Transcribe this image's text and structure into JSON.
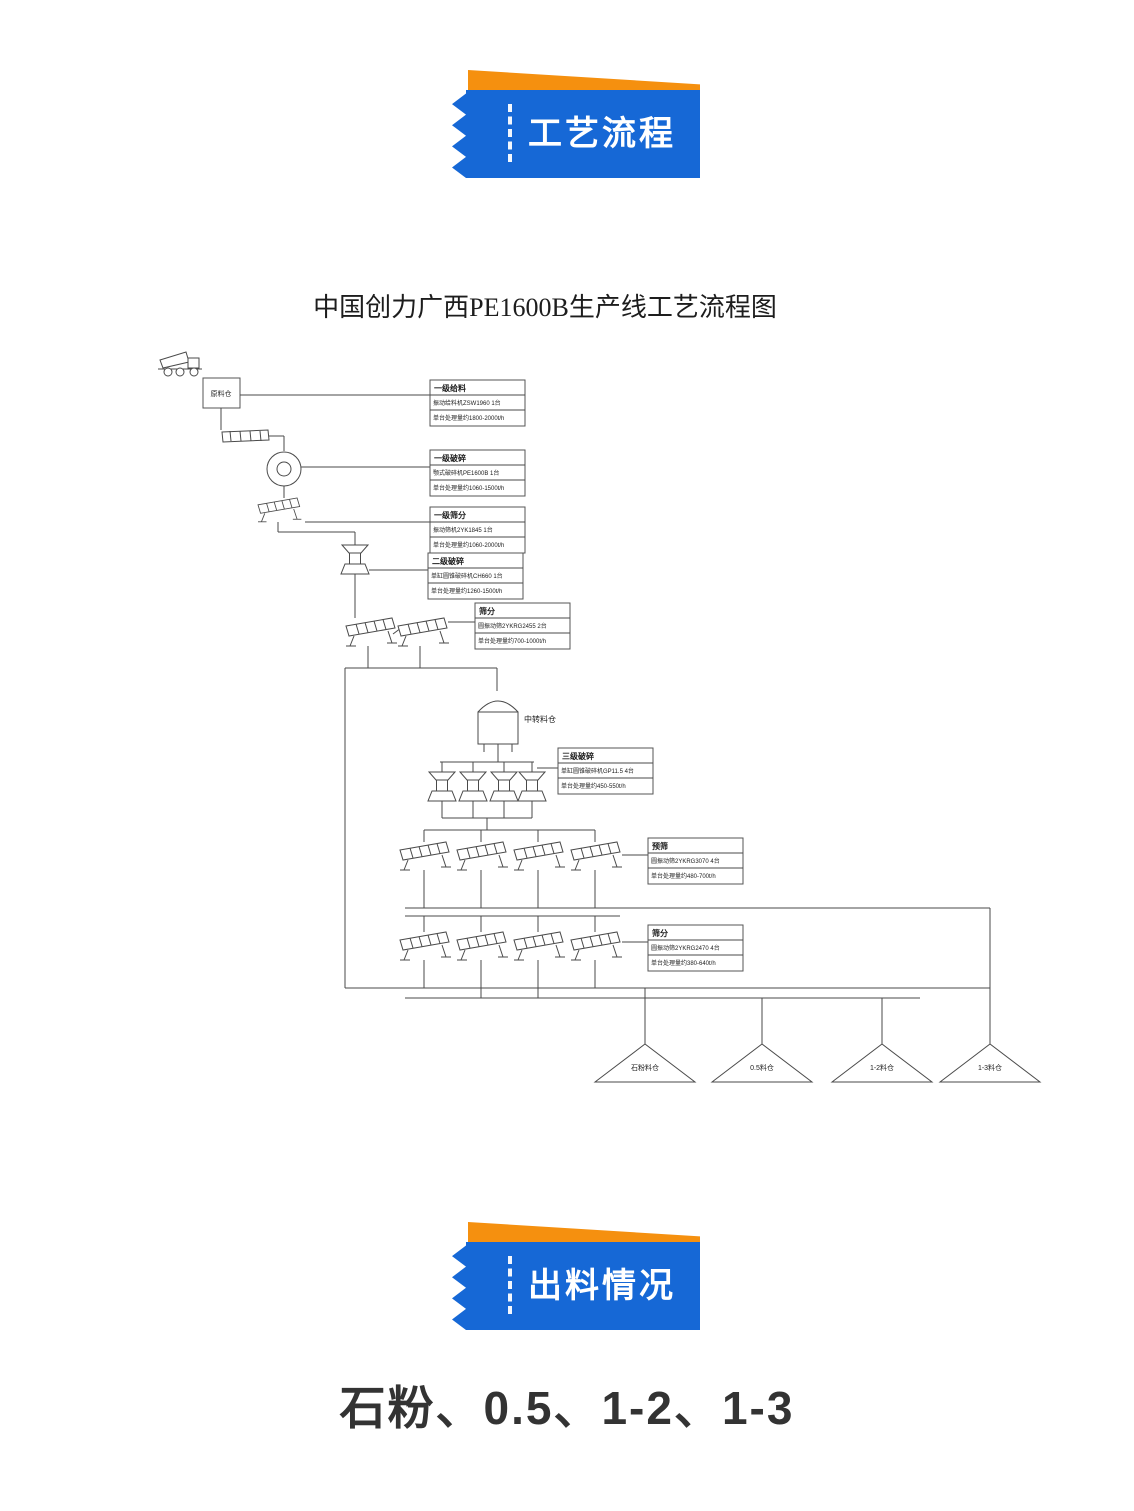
{
  "banners": {
    "process_label": "工艺流程",
    "discharge_label": "出料情况",
    "blue_color": "#1668d6",
    "orange_color": "#f5900f"
  },
  "diagram": {
    "title": "中国创力广西PE1600B生产线工艺流程图",
    "bin_label": "原料仓",
    "silo_label": "中转料仓",
    "boxes": [
      {
        "title": "一级给料",
        "line1": "振动给料机ZSW1960  1台",
        "line2": "单台处理量约1800-2000t/h"
      },
      {
        "title": "一级破碎",
        "line1": "颚式破碎机PE1600B  1台",
        "line2": "单台处理量约1060-1500t/h"
      },
      {
        "title": "一级筛分",
        "line1": "振动筛机2YK1845  1台",
        "line2": "单台处理量约1060-2000t/h"
      },
      {
        "title": "二级破碎",
        "line1": "单缸圆锥破碎机CH660  1台",
        "line2": "单台处理量约1260-1500t/h"
      },
      {
        "title": "筛分",
        "line1": "圆振动筛2YKRG2455  2台",
        "line2": "单台处理量约700-1000t/h"
      },
      {
        "title": "三级破碎",
        "line1": "单缸圆锥破碎机GP11.5  4台",
        "line2": "单台处理量约450-550t/h"
      },
      {
        "title": "预筛",
        "line1": "圆振动筛2YKRG3070  4台",
        "line2": "单台处理量约480-700t/h"
      },
      {
        "title": "筛分",
        "line1": "圆振动筛2YKRG2470  4台",
        "line2": "单台处理量约380-640t/h"
      }
    ],
    "piles": [
      "石粉料仓",
      "0.5料仓",
      "1-2料仓",
      "1-3料仓"
    ]
  },
  "footer": {
    "sizes_text": "石粉、0.5、1-2、1-3"
  }
}
